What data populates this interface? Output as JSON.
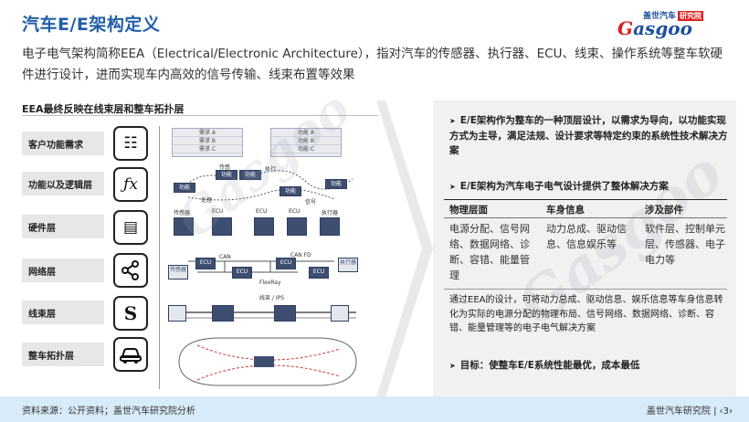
{
  "header": {
    "title": "汽车E/E架构定义",
    "logo_top": "盖世汽车",
    "logo_badge": "研究院",
    "logo_main_prefix": "G",
    "logo_main_rest": "asgoo"
  },
  "intro": {
    "text": "电子电气架构简称EEA（Electrical/Electronic Architecture），指对汽车的传感器、执行器、ECU、线束、操作系统等整车软硬件进行设计，进而实现车内高效的信号传输、线束布置等效果"
  },
  "left": {
    "title": "EEA最终反映在线束层和整车拓扑层",
    "layers": [
      {
        "label": "客户功能需求",
        "icon": "checklist-icon",
        "glyph": "☷"
      },
      {
        "label": "功能以及逻辑层",
        "icon": "function-icon",
        "glyph": "ƒx"
      },
      {
        "label": "硬件层",
        "icon": "hardware-icon",
        "glyph": "▤"
      },
      {
        "label": "网络层",
        "icon": "network-icon",
        "glyph": "⋖"
      },
      {
        "label": "线束层",
        "icon": "harness-icon",
        "glyph": "S"
      },
      {
        "label": "整车拓扑层",
        "icon": "car-icon",
        "glyph": "⊙"
      }
    ],
    "diagram": {
      "requirements_a": [
        "需求 A",
        "需求 B",
        "需求 C"
      ],
      "requirements_b": [
        "功能 A",
        "功能 B",
        "功能 C"
      ],
      "func_nodes": [
        "功能",
        "功能",
        "功能",
        "功能",
        "功能"
      ],
      "func_labels": [
        "传感",
        "执行",
        "处理",
        "信号"
      ],
      "hw_labels": [
        "传感器",
        "ECU",
        "ECU",
        "ECU",
        "执行器"
      ],
      "net_nodes": [
        "传感器",
        "ECU",
        "ECU",
        "ECU",
        "ECU",
        "执行器"
      ],
      "net_labels": [
        "CAN",
        "CAN FD",
        "FlexRay"
      ],
      "harness_label": "线束 / IPS",
      "watermark": "Gasgoo"
    }
  },
  "right": {
    "bullet1": "E/E架构作为整车的一种顶层设计，以需求为导向，以功能实现方式为主导，满足法规、设计要求等特定约束的系统性技术解决方案",
    "bullet2": "E/E架构为汽车电子电气设计提供了整体解决方案",
    "table": {
      "headers": [
        "物理层面",
        "车身信息",
        "涉及部件"
      ],
      "cells": [
        "电源分配、信号网络、数据网络、诊断、容错、能量管理",
        "动力总成、驱动信息、信息娱乐等",
        "软件层、控制单元层、传感器、电子电力等"
      ]
    },
    "summary": "通过EEA的设计，可将动力总成、驱动信息、娱乐信息等车身信息转化为实际的电源分配的物理布局、信号网络、数据网络、诊断、容错、能量管理等的电子电气解决方案",
    "bullet3": "目标：使整车E/E系统性能最优，成本最低"
  },
  "footer": {
    "source": "资料来源：公开资料；盖世汽车研究院分析",
    "right": "盖世汽车研究院 | ‹3›"
  },
  "colors": {
    "title_blue": "#1f5ea8",
    "footer_bg": "#d7ebf8",
    "diagram_navy": "#3e4e70",
    "logo_red": "#d9201f"
  }
}
